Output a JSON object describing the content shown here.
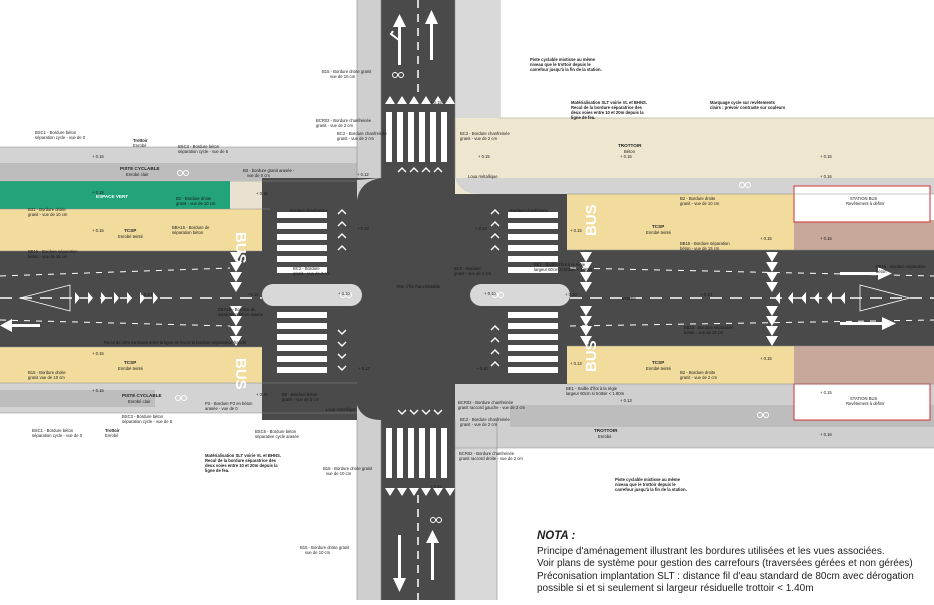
{
  "colors": {
    "asphalt": "#4a4a4a",
    "cycle": "#cfcfcf",
    "sidewalk": "#efe6cf",
    "bus": "#f1dc9e",
    "green": "#22a37a",
    "reserved": "#c8a89a",
    "border_red": "#d03030",
    "curb": "#d0d0d0",
    "white": "#ffffff"
  },
  "zones": {
    "piste_cyclable_top": "PISTE CYCLABLE",
    "piste_cyclable_top_sub": "Enrobé clair",
    "piste_cyclable_bot": "PISTE CYCLABLE",
    "piste_cyclable_bot_sub": "Enrobé clair",
    "espace_vert": "ESPACE VERT",
    "tcsp_left_top": "TCSP",
    "tcsp_left_top_sub": "Enrobé teinté",
    "tcsp_left_bot": "TCSP",
    "tcsp_left_bot_sub": "Enrobé teinté",
    "tcsp_right_top": "TCSP",
    "tcsp_right_top_sub": "Enrobé teinté",
    "tcsp_right_bot": "TCSP",
    "tcsp_right_bot_sub": "Enrobé teinté",
    "trottoir_top": "TROTTOIR",
    "trottoir_top_sub": "Béton",
    "trottoir_bot": "TROTTOIR",
    "trottoir_bot_sub": "Enrobé",
    "trottoir_left_top": "Trottoir",
    "trottoir_left_top_sub": "Enrobé",
    "trottoir_left_bot": "Trottoir",
    "trottoir_left_bot_sub": "Enrobé",
    "bus_mark": "BUS"
  },
  "notes": {
    "note_top_right_1": "Piste cyclable mixtisse au même",
    "note_top_right_1b": "niveau que le trottoir depuis le",
    "note_top_right_1c": "carrefour jusqu'à la fin de la station.",
    "note_top_right_2": "Matérialisation SLT voirie VL et BHNS.",
    "note_top_right_2b": "Recul de la bordure séparatrice des",
    "note_top_right_2c": "deux voies entre 10 et 20m depuis la",
    "note_top_right_2d": "ligne de feu.",
    "note_top_right_3": "Marquage cycle sur revêtements",
    "note_top_right_3b": "clairs : prévoir contraste sur couleurs",
    "note_bot_left_1": "Matérialisation SLT voirie VL et BHNS.",
    "note_bot_left_1b": "Recul de la bordure séparatrice des",
    "note_bot_left_1c": "deux voies entre 10 et 20m depuis la",
    "note_bot_left_1d": "ligne de feu.",
    "note_bot_right_1": "Piste cyclable mixtisse au même",
    "note_bot_right_1b": "niveau que le trottoir depuis le",
    "note_bot_right_1c": "carrefour jusqu'à la fin de la station."
  },
  "curbs": [
    {
      "id": "b15_top",
      "t1": "B15 - Bordure droite granit",
      "t2": "vue de 10 cm"
    },
    {
      "id": "bcr02_top",
      "t1": "BCR02 - Bordure chanfreinée",
      "t2": "granit - vue de 2 cm"
    },
    {
      "id": "bc2_top",
      "t1": "BC2 - Bordure chanfreinée",
      "t2": "granit - vue de 2 cm"
    },
    {
      "id": "bc2_tr",
      "t1": "BC2 - Bordure chanfreinée",
      "t2": "granit - vue de 2 cm"
    },
    {
      "id": "bsc1_tl",
      "t1": "BSC1 - Bordure béton",
      "t2": "séparation cycle - vue de 0"
    },
    {
      "id": "bsc3_tl",
      "t1": "BSC3 - Bordure béton",
      "t2": "séparation cycle - vue de 5"
    },
    {
      "id": "b3_top",
      "t1": "B3 - bordure granit arasée -",
      "t2": "vue de 0 cm"
    },
    {
      "id": "b2_green",
      "t1": "B2 - Bordure droite",
      "t2": "granit - vue de 10 cm"
    },
    {
      "id": "b31_left",
      "t1": "B31 - Bordure droite",
      "t2": "granit - vue de 10 cm"
    },
    {
      "id": "bba15_left",
      "t1": "BBA15 - Bordure de",
      "t2": "séparation béton"
    },
    {
      "id": "bb15_left",
      "t1": "BB15 - Bordure séparation",
      "t2": "béton - vue de 15 cm"
    },
    {
      "id": "bc2_center",
      "t1": "BC2 - Bordure",
      "t2": "granit - vue de 2 cm"
    },
    {
      "id": "bc2_center2",
      "t1": "BC2 - Bordure",
      "t2": "granit - vue de 2 cm"
    },
    {
      "id": "be1_right",
      "t1": "BE1 - Saillie d'îlot à la régie",
      "t2": "largeur 60cm si trottoir < 1.90m"
    },
    {
      "id": "b2_right_top",
      "t1": "B2 - Bordure droite",
      "t2": "granit - vue de 10 cm"
    },
    {
      "id": "bb15_right",
      "t1": "BB15 - Bordure séparation",
      "t2": "béton - vue de 15 cm"
    },
    {
      "id": "bb15_far_right",
      "t1": "BB15 - Bordure séparation",
      "t2": "béton"
    },
    {
      "id": "bb15_right2",
      "t1": "BB15 - Bordure séparation",
      "t2": "béton - vue de 15 cm"
    },
    {
      "id": "b2_right_bot",
      "t1": "B2 - Bordure droite",
      "t2": "granit - vue de 2 cm"
    },
    {
      "id": "be1_right_bot",
      "t1": "BE1 - Saillie d'îlot à la régie",
      "t2": "largeur 60cm si trottoir < 1.90m"
    },
    {
      "id": "bcr02_bot",
      "t1": "BCR02 - Bordure chanfreinée",
      "t2": "granit raccord gauche - vue de 2 cm"
    },
    {
      "id": "bc2_bot",
      "t1": "BC2 - Bordure chanfreinée",
      "t2": "granit - vue de 2 cm"
    },
    {
      "id": "bcr02_bot2",
      "t1": "BCR02 - Bordure chanfreinée",
      "t2": "granit raccord droite - vue de 2 cm"
    },
    {
      "id": "b15_bot",
      "t1": "B15 - Bordure droite granit",
      "t2": "vue de 10 cm"
    },
    {
      "id": "b15_bot2",
      "t1": "B15 - Bordure droite granit",
      "t2": "vue de 10 cm"
    },
    {
      "id": "bsc3_bl",
      "t1": "BSC3 - Bordure béton",
      "t2": "séparation cycle - vue de 5"
    },
    {
      "id": "bsc1_bl",
      "t1": "BSC1 - Bordure béton",
      "t2": "séparation cycle - vue de 0"
    },
    {
      "id": "bb15_left_bot",
      "t1": "B15 - Bordure droite",
      "t2": "granit vue de 10 cm"
    },
    {
      "id": "p3_bot",
      "t1": "P3 - Bordure P3 en béton",
      "t2": "arasée - vue de 0"
    },
    {
      "id": "bsc6_bot",
      "t1": "BSC6 - Bordure béton",
      "t2": "séparative cycle arasée"
    },
    {
      "id": "b8_bot",
      "t1": "B8 - Bordure béton",
      "t2": "granit - vue de 2 cm"
    },
    {
      "id": "bba15_bot",
      "t1": "BBA15 - Bordure de",
      "t2": "séparation béton arasée"
    }
  ],
  "levels": [
    "+ 0.15",
    "+ 0.15",
    "+ 0.15",
    "+ 0.13",
    "+ 0.15",
    "+ 0.12",
    "+ 0.15",
    "+ 0.15",
    "+ 0.13",
    "+ 0.15",
    "+ 0.16",
    "+ 0.15",
    "+ 0.15",
    "+ 0.15",
    "+ 0.15",
    "+ 0.10",
    "+ 0.10",
    "+ 0.10",
    "+ 0.10",
    "+ 0.10",
    "+ 0.12",
    "+ 0.15",
    "+ 0.15",
    "+ 0.10",
    "+ 0.13",
    "+ 0.15",
    "+ 0.15",
    "+ 0.10",
    "+ 0.13",
    "+ 0.16",
    "+ 0.15",
    "+ 0.15"
  ],
  "small_labels": {
    "bordure_chanfreinee": "Bordure chanfreinée",
    "loua_metallique_top": "Loua métallique",
    "loua_metallique_bot": "Loua métallique",
    "bordure_chanfreinee_right": "Bordure chanfreinée",
    "station_red_1": "STATION BUS",
    "station_red_1b": "Revêtement à définir",
    "station_red_2": "STATION BUS",
    "station_red_2b": "Revêtement à définir",
    "voirie": "VOIRIE",
    "recul": "Recul de 10m minimum entre la ligne de feu et la bordure séparatrice franchi",
    "rete_ilot": "Tête d'îlot franchissable"
  },
  "nota": {
    "title": "NOTA :",
    "lines": [
      "Principe d'aménagement illustrant les bordures utilisées et les vues associées.",
      "Voir plans de système pour gestion des carrefours (traversées gérées et non gérées)",
      "Préconisation implantation SLT : distance fil d'eau standard de 80cm avec dérogation",
      "possible si et si seulement si largeur résiduelle trottoir < 1.40m"
    ]
  }
}
